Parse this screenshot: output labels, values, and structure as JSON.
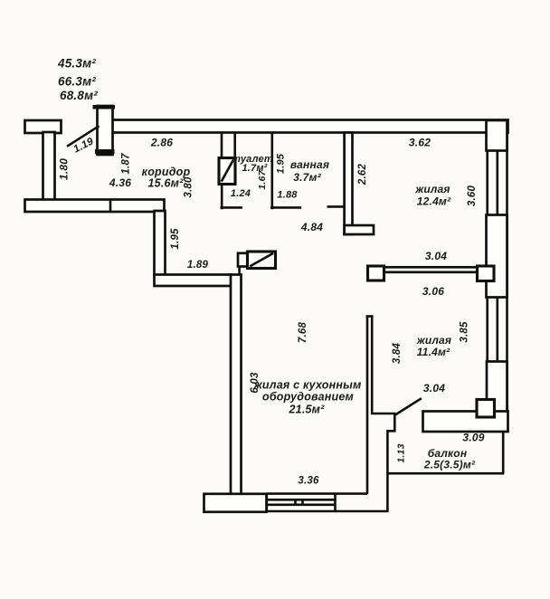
{
  "document": {
    "type": "apartment floor plan (scanned blueprint)",
    "background": "#fcfbf8",
    "ink": "#141414"
  },
  "summary_areas": {
    "line1": "45.3м²",
    "line2": "66.3м²",
    "line3": "68.8м²"
  },
  "rooms": {
    "corridor": {
      "name": "коридор",
      "area": "15.6м²"
    },
    "toilet": {
      "name": "туалет",
      "area": "1.7м²"
    },
    "bathroom": {
      "name": "ванная",
      "area": "3.7м²"
    },
    "living_room_1": {
      "name": "жилая",
      "area": "12.4м²"
    },
    "living_room_2": {
      "name": "жилая",
      "area": "11.4м²"
    },
    "kitchen_living": {
      "name_line1": "жилая с кухонным",
      "name_line2": "оборудованием",
      "area": "21.5м²"
    },
    "balcony": {
      "name": "балкон",
      "area": "2.5(3.5)м²"
    }
  },
  "dims": {
    "entry_door": "1.19",
    "entry_wall": "1.80",
    "corridor_top": "2.86",
    "corridor_left": "1.87",
    "corridor_width": "4.36",
    "corridor_depth": "3.80",
    "toilet_depth": "1.67",
    "toilet_width": "1.24",
    "bathroom_depth": "1.95",
    "bathroom_width": "1.88",
    "bathroom_wall": "4.84",
    "living1_left": "2.62",
    "living1_top": "3.62",
    "living1_right": "3.60",
    "living1_bottom": "3.04",
    "living2_top": "3.06",
    "living2_left": "3.84",
    "living2_right": "3.85",
    "balcony_door": "3.04",
    "balcony_top": "3.09",
    "balcony_left": "1.13",
    "passage_depth": "1.95",
    "passage_width": "1.89",
    "kitchen_height": "7.68",
    "kitchen_left": "6.03",
    "kitchen_bottom": "3.36"
  }
}
